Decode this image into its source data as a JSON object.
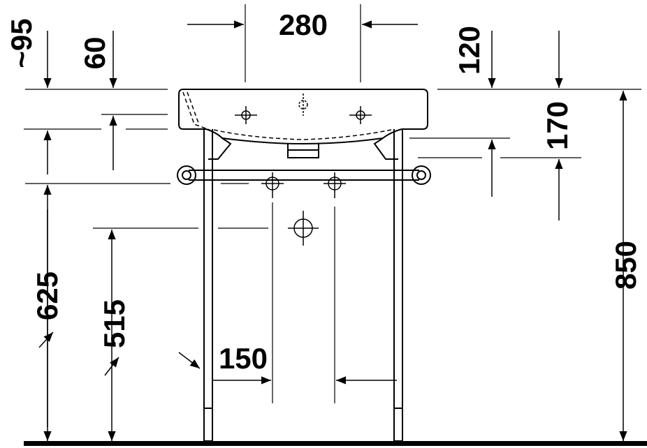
{
  "dimensions": {
    "faucet_spacing": "280",
    "overflow_offset": "~95",
    "rim_to_drain": "60",
    "rim_thickness": "120",
    "bowl_depth": "170",
    "rail_height": "625",
    "waste_outlet_height": "515",
    "total_height": "850",
    "waste_spacing": "150"
  },
  "colors": {
    "line": "#000000",
    "background": "#ffffff"
  }
}
